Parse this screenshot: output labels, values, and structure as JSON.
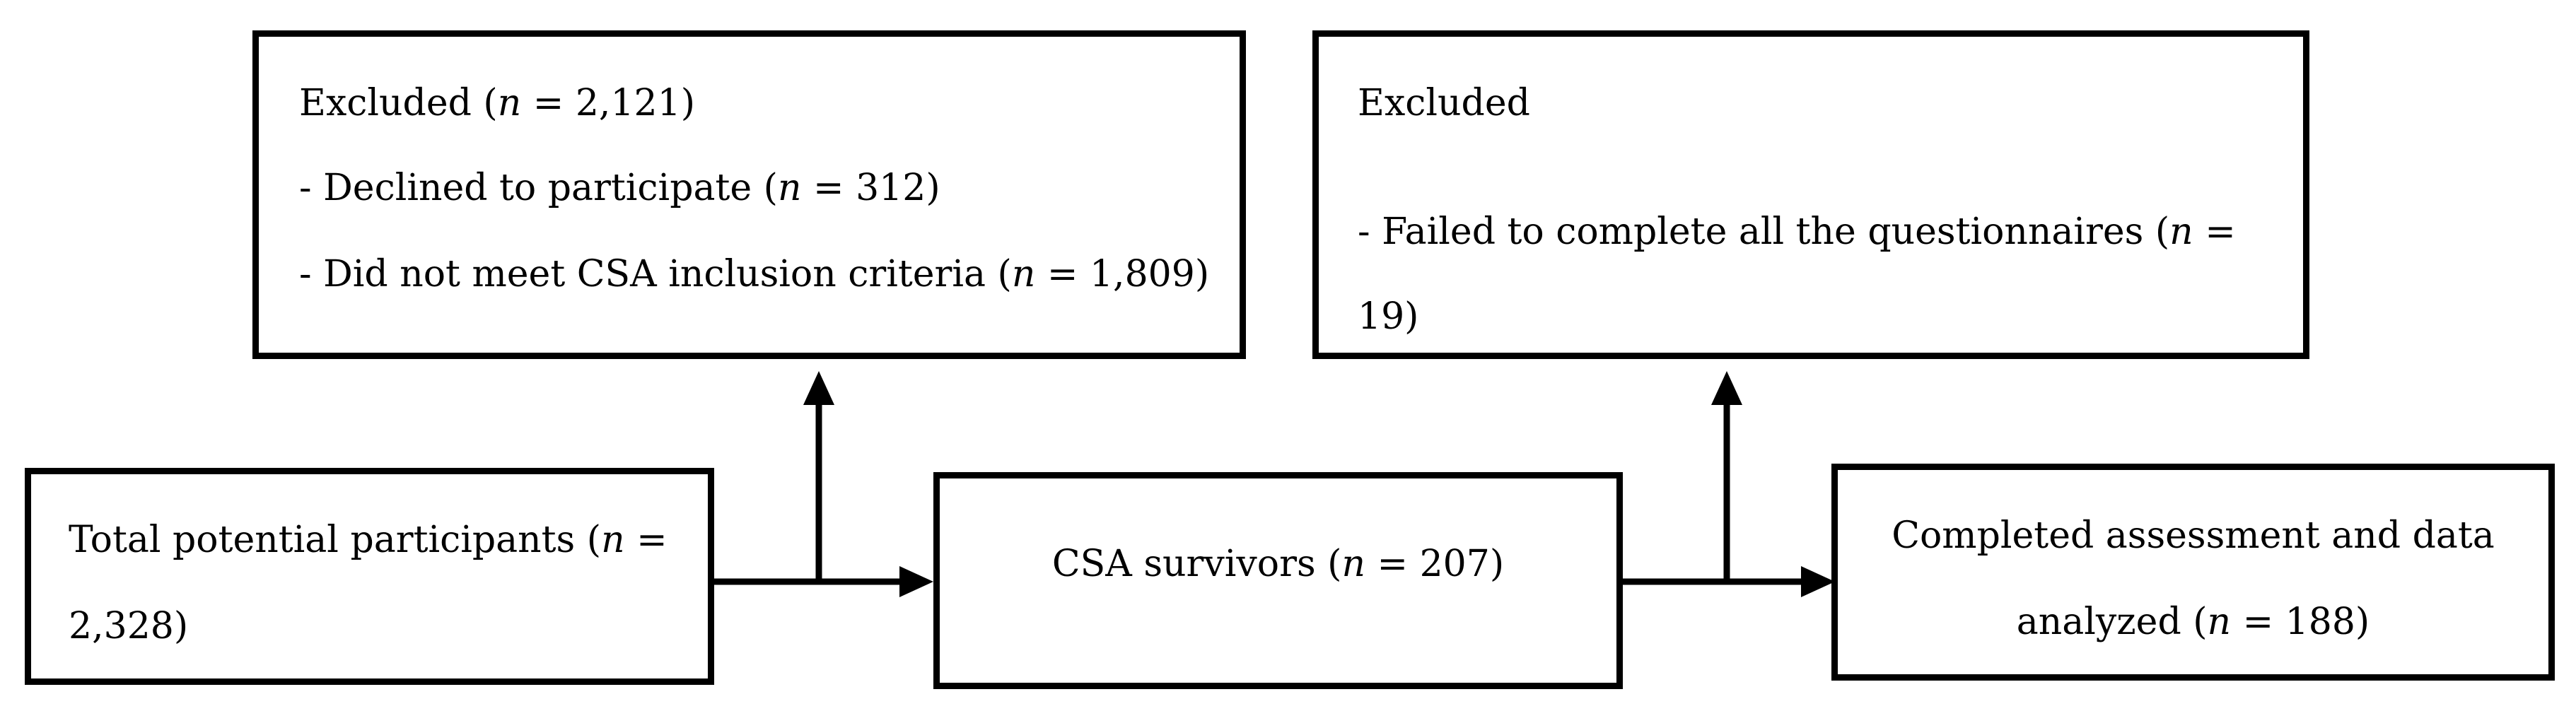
{
  "boxes": {
    "excluded_first": {
      "title": {
        "pre": "Excluded (",
        "n": "n",
        "post": " = 2,121)"
      },
      "line1": {
        "pre": "- Declined to participate (",
        "n": "n",
        "post": " = 312)"
      },
      "line2": {
        "pre": "- Did not meet CSA inclusion criteria (",
        "n": "n",
        "post": " = 1,809)"
      }
    },
    "excluded_second": {
      "title": "Excluded",
      "line1": {
        "pre": "- Failed to complete all the questionnaires (",
        "n": "n",
        "post": " ="
      },
      "line2": "19)"
    },
    "total_participants": {
      "line1": {
        "pre": "Total potential participants (",
        "n": "n",
        "post": " ="
      },
      "line2": "2,328)"
    },
    "csa_survivors": {
      "line1": {
        "pre": "CSA survivors (",
        "n": "n",
        "post": " = 207)"
      }
    },
    "completed": {
      "line1": "Completed assessment and data",
      "line2": {
        "pre": "analyzed (",
        "n": "n",
        "post": " = 188)"
      }
    }
  },
  "colors": {
    "stroke": "#000000",
    "background": "#ffffff"
  }
}
